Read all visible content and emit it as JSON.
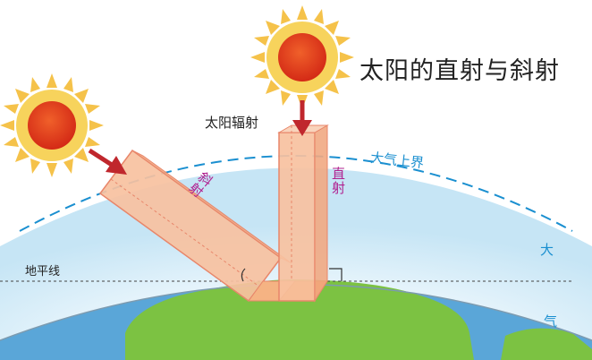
{
  "title": "太阳的直射与斜射",
  "labels": {
    "solar_radiation": "太阳辐射",
    "atmosphere_top": "大气上界",
    "oblique": "斜射",
    "direct": "直射",
    "horizon": "地平线",
    "atmosphere_char1": "大",
    "atmosphere_char2": "气"
  },
  "colors": {
    "sky": "#cde9f6",
    "atmosphere_line": "#1a8fd0",
    "land": "#7cc242",
    "ocean": "#5aa6d8",
    "beam_fill": "#f7c1a0",
    "beam_edge": "#e8866a",
    "ray_label": "#b0208f",
    "arrow": "#c0272d",
    "sun_core": "#e03a1e",
    "sun_rays": "#f5c24a"
  },
  "icons": [
    "sun-icon",
    "arrow-icon",
    "right-angle-icon"
  ]
}
